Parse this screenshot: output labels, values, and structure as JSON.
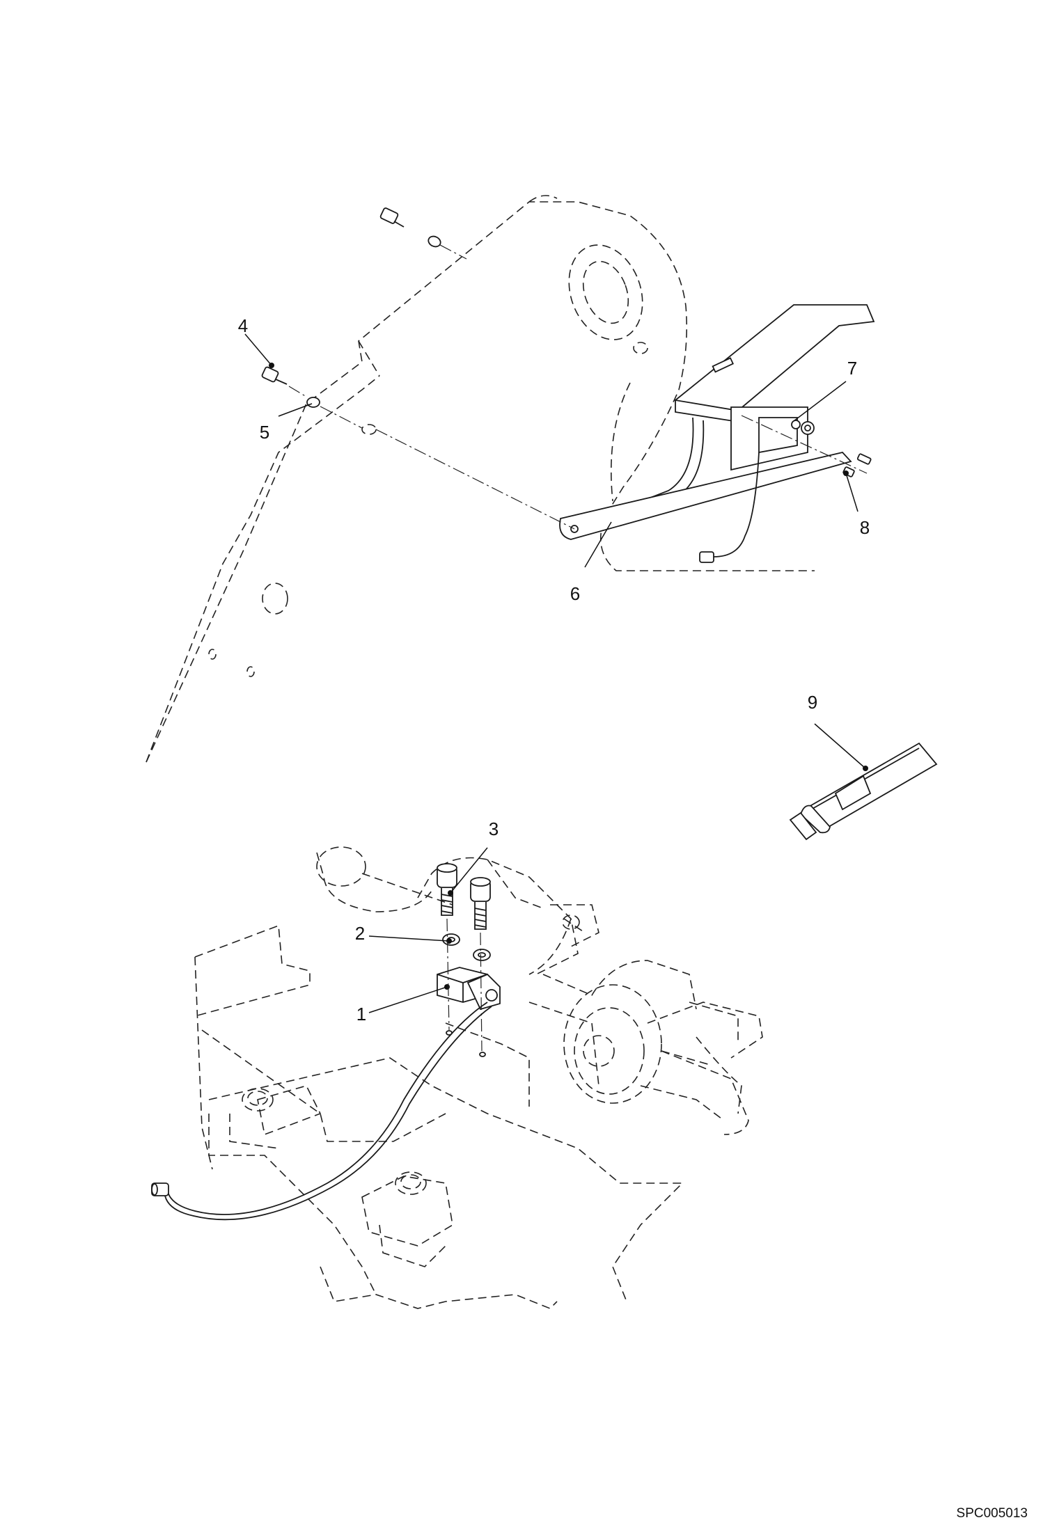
{
  "drawing_code": "SPC005013",
  "callouts": [
    {
      "id": "1",
      "label": "1"
    },
    {
      "id": "2",
      "label": "2"
    },
    {
      "id": "3",
      "label": "3"
    },
    {
      "id": "4",
      "label": "4"
    },
    {
      "id": "5",
      "label": "5"
    },
    {
      "id": "6",
      "label": "6"
    },
    {
      "id": "7",
      "label": "7"
    },
    {
      "id": "8",
      "label": "8"
    },
    {
      "id": "9",
      "label": "9"
    }
  ]
}
